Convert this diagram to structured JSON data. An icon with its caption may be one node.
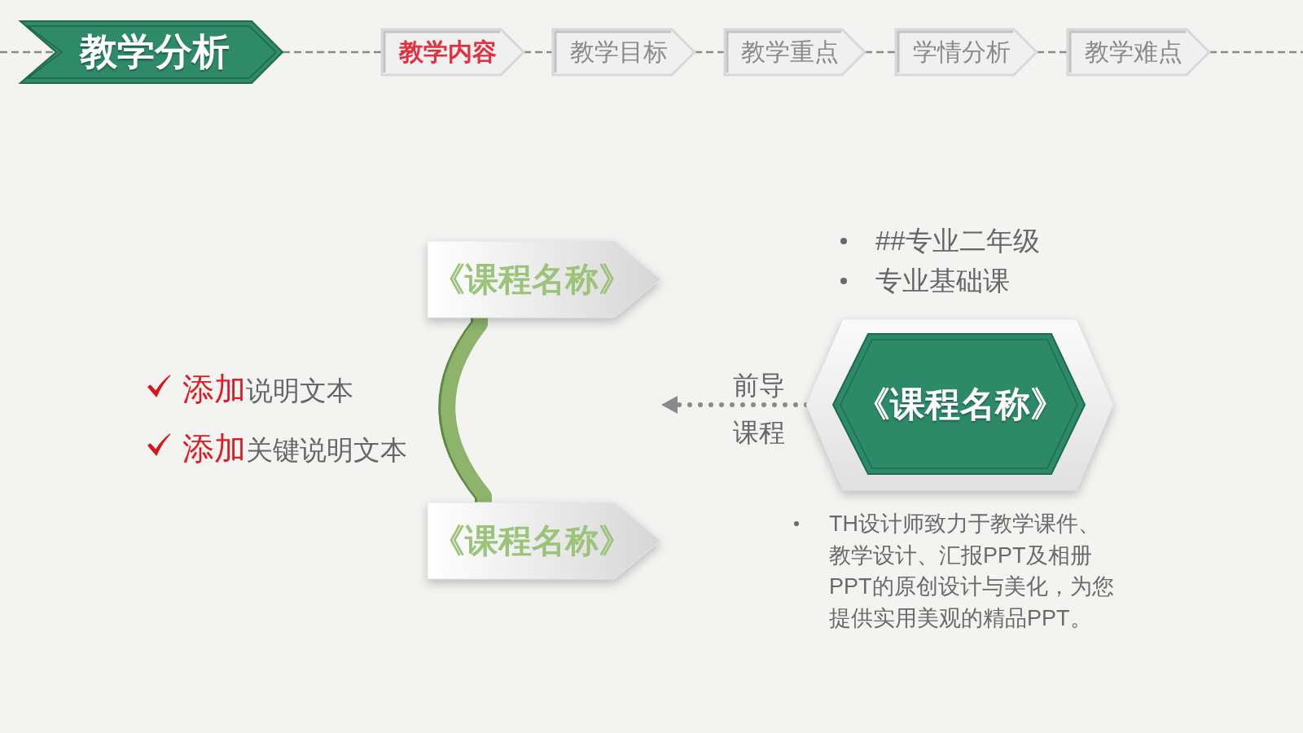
{
  "diagram": {
    "nodes": [
      {
        "text": [
          "教学分析"
        ]
      },
      {
        "text": [
          "教学内容"
        ]
      },
      {
        "text": [
          "教学目标"
        ]
      },
      {
        "text": [
          "教学重点"
        ]
      },
      {
        "text": [
          "学情分析"
        ]
      },
      {
        "text": [
          "教学难点"
        ]
      },
      {
        "text": [
          "《课程名称》"
        ]
      },
      {
        "text": [
          "《课程名称》"
        ]
      },
      {
        "text": [
          "《课程名称》"
        ]
      }
    ],
    "edges": [
      {
        "from": null,
        "to": 0,
        "arrow": "none",
        "style": "dashed"
      },
      {
        "from": 0,
        "to": 1,
        "arrow": "none",
        "style": "dashed"
      },
      {
        "from": 1,
        "to": 2,
        "arrow": "none",
        "style": "dashed"
      },
      {
        "from": 2,
        "to": 3,
        "arrow": "none",
        "style": "dashed"
      },
      {
        "from": 3,
        "to": 4,
        "arrow": "none",
        "style": "dashed"
      },
      {
        "from": 4,
        "to": 5,
        "arrow": "none",
        "style": "dashed"
      },
      {
        "from": 5,
        "to": null,
        "arrow": "none",
        "style": "dashed"
      },
      {
        "from": 6,
        "to": 7,
        "arrow": "none",
        "style": "thick",
        "color": "#8db46a"
      },
      {
        "from": 8,
        "to": null,
        "arrow": "to",
        "style": "dashed",
        "label": "前导课程"
      }
    ],
    "labels": [
      "##专业二年级",
      "专业基础课",
      "**添加**说明文本",
      "**添加**关键说明文本",
      "TH设计师致力于教学课件、教学设计、汇报PPT及相册PPT的原创设计与美化，为您提供实用美观的精品PPT。"
    ]
  }
}
